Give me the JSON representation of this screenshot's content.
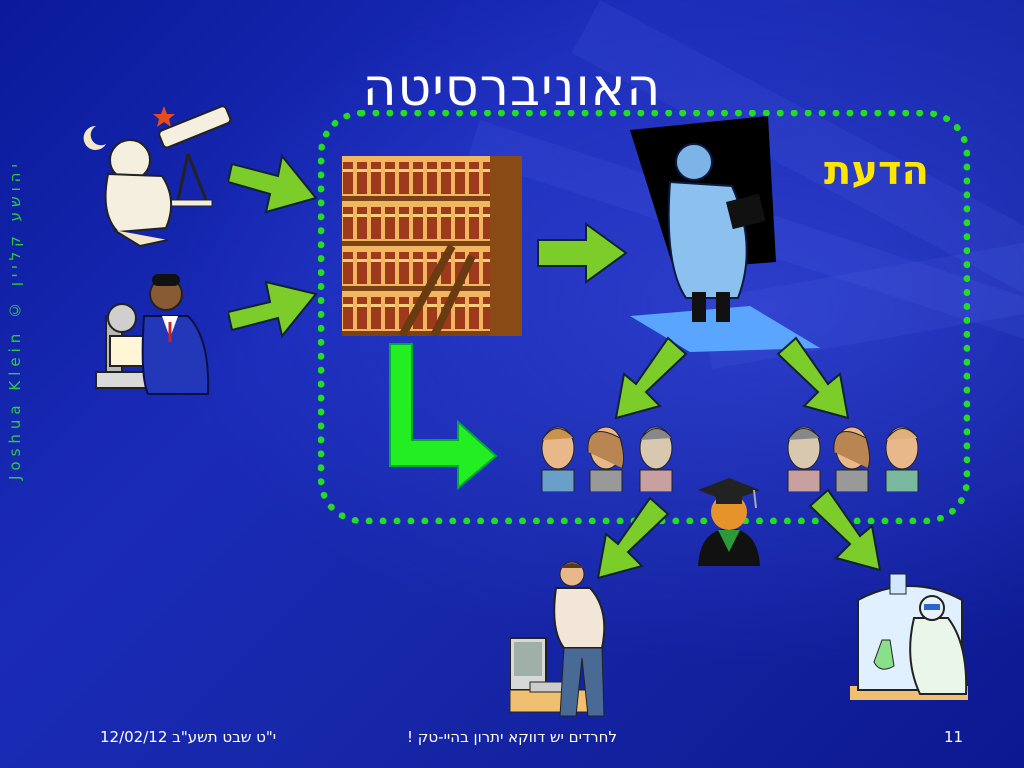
{
  "slide": {
    "title": "האוניברסיטה",
    "knowledge_label": "הדעת",
    "author_credit": "Joshua Klein © יהושע קליין",
    "footer": {
      "date": "12/02/12 י\"ט שבט תשע\"ב",
      "slogan": "לחרדים יש דווקא יתרון בהיי-טק !",
      "page_number": "11"
    }
  },
  "colors": {
    "background": "#1727a8",
    "title": "#ffffff",
    "knowledge": "#ffe600",
    "border": "#22dd22",
    "credit": "#2ecc40",
    "arrow": "#7ccc2a"
  },
  "clipart": [
    "astronomer-telescope",
    "microscope-reader",
    "library-bookshelf",
    "professor-lecturer",
    "students-group-left",
    "students-group-right",
    "graduate-cap",
    "computer-technician",
    "lab-scientist"
  ]
}
